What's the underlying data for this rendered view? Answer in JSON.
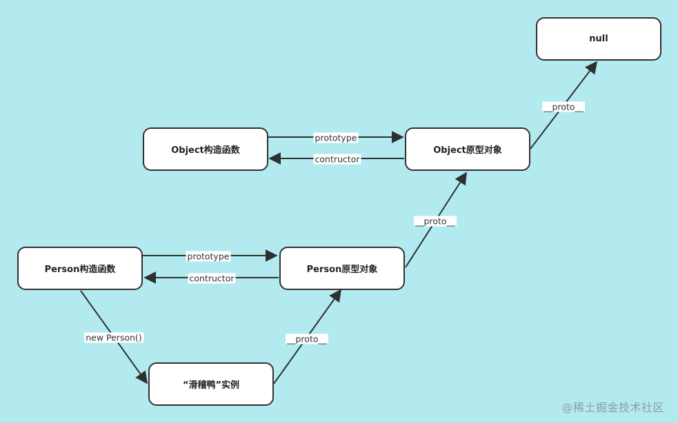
{
  "nodes": {
    "null": "null",
    "object_ctor": "Object构造函数",
    "object_proto": "Object原型对象",
    "person_ctor": "Person构造函数",
    "person_proto": "Person原型对象",
    "instance": "“滑稽鸭”实例"
  },
  "edge_labels": {
    "obj_prototype": "prototype",
    "obj_contructor": "contructor",
    "obj_proto_to_null": "__proto__",
    "person_proto_to_obj_proto": "__proto__",
    "person_prototype": "prototype",
    "person_contructor": "contructor",
    "new_person": "new Person()",
    "instance_proto": "__proto__"
  },
  "watermark": "@稀土掘金技术社区",
  "colors": {
    "background": "#b2eaf0",
    "node_fill": "#ffffff",
    "stroke": "#2f2f2f"
  }
}
